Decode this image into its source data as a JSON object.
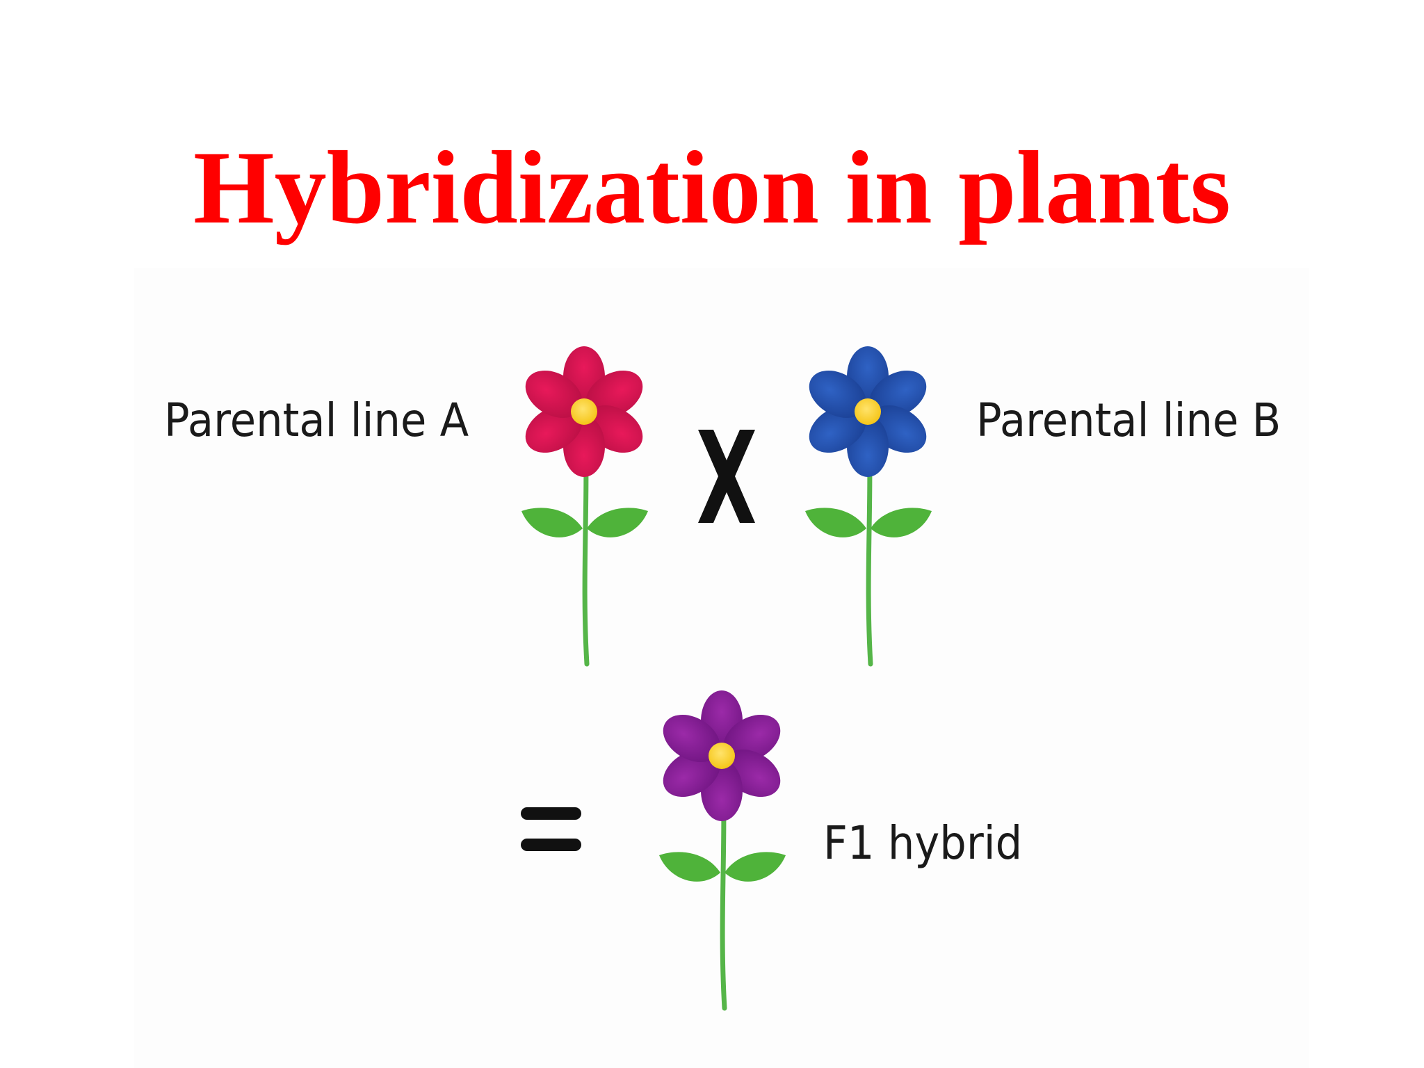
{
  "title": "Hybridization in plants",
  "labels": {
    "parent_a": "Parental line A",
    "parent_b": "Parental line B",
    "hybrid": "F1 hybrid"
  },
  "operators": {
    "cross": "times-sign",
    "result": "equals-sign"
  },
  "flowers": {
    "parent_a": {
      "icon": "flower-icon",
      "petal_color": "#e8195a",
      "petal_shade": "#b80f44"
    },
    "parent_b": {
      "icon": "flower-icon",
      "petal_color": "#2f62c4",
      "petal_shade": "#1a3f93"
    },
    "hybrid": {
      "icon": "flower-icon",
      "petal_color": "#9b2aa8",
      "petal_shade": "#6e1480"
    }
  },
  "colors": {
    "title": "#ff0000",
    "center": "#f5c518",
    "stem": "#55b548",
    "leaf": "#4fb33a",
    "text": "#1a1a1a"
  }
}
